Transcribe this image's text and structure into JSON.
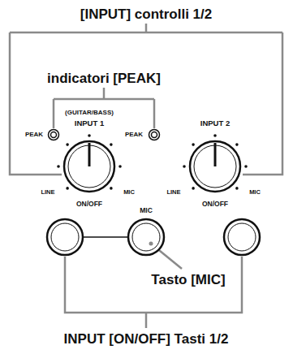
{
  "diagram": {
    "labels": [
      "[INPUT] controlli 1/2",
      "indicatori [PEAK]",
      "PEAK",
      "(GUITAR/BASS)",
      "INPUT 1",
      "PEAK",
      "INPUT 2",
      "LINE",
      "ON/OFF",
      "MIC",
      "LINE",
      "ON/OFF",
      "MIC",
      "MIC",
      "Tasto [MIC]",
      "INPUT [ON/OFF] Tasti 1/2"
    ]
  }
}
